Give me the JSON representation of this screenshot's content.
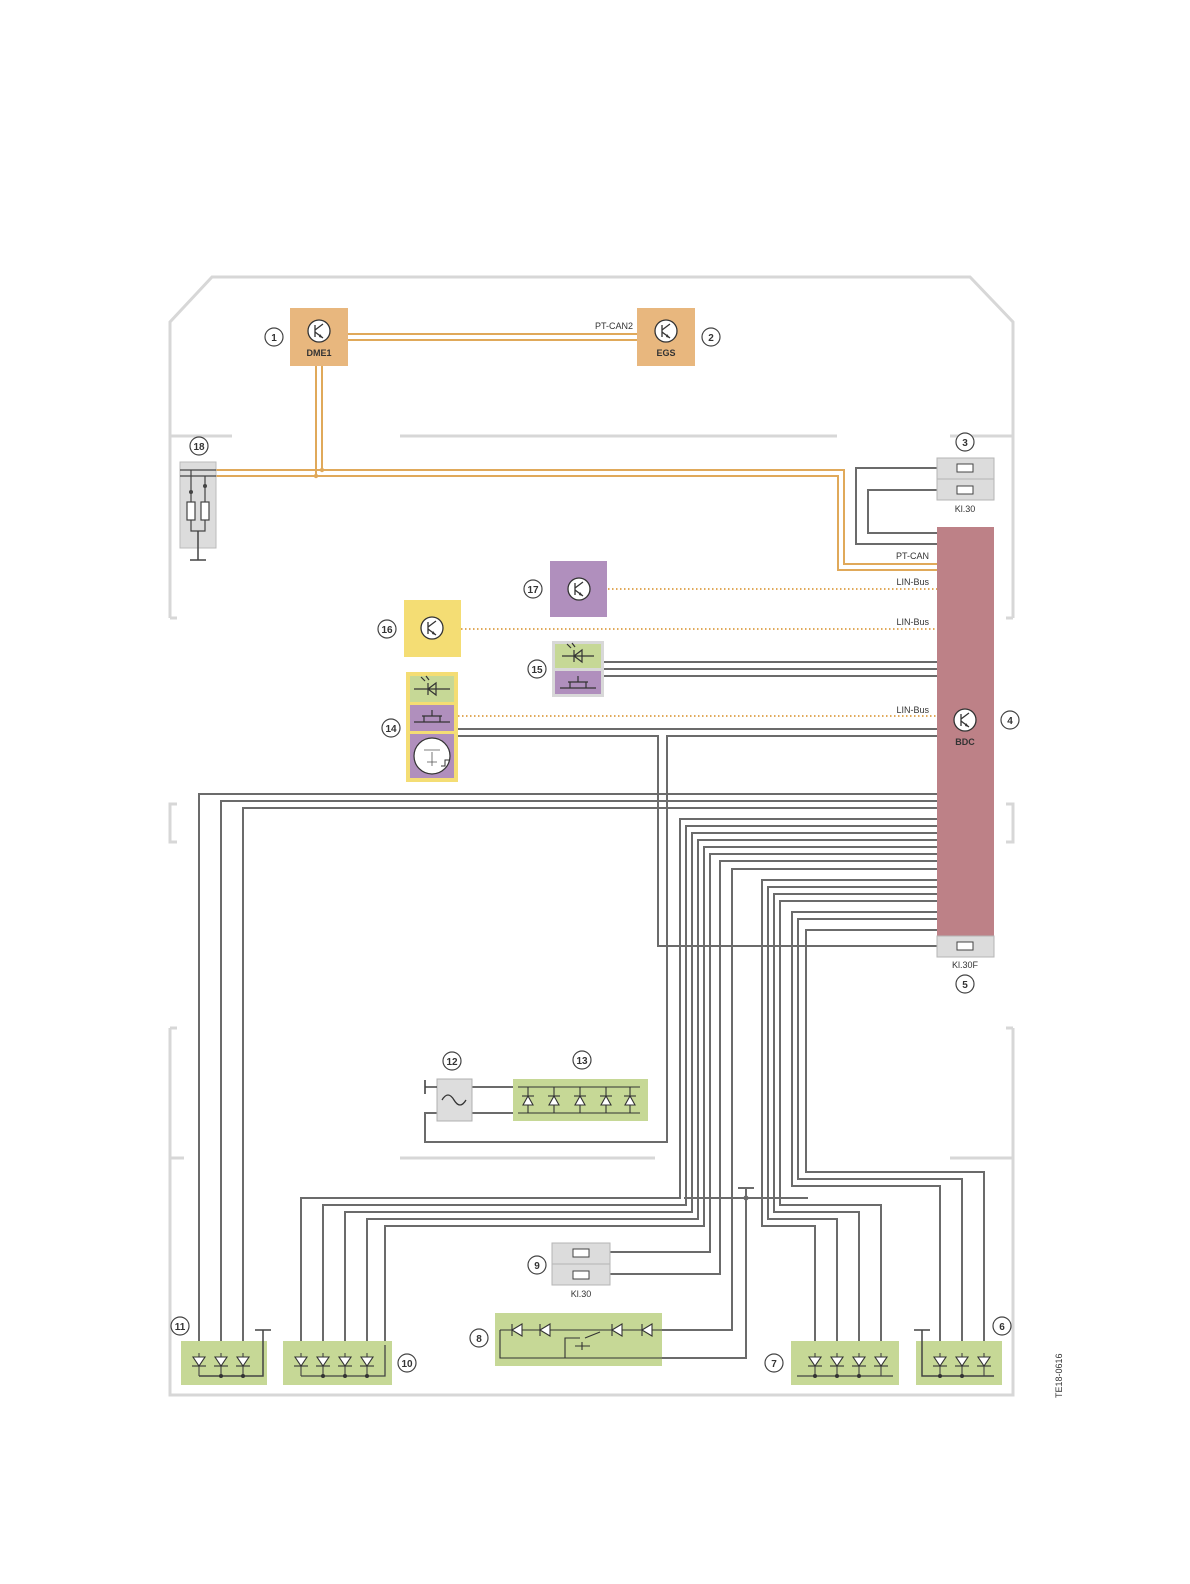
{
  "colors": {
    "orange": "#e8b77e",
    "bus_orange": "#e0a95a",
    "purple": "#b08fbd",
    "yellow": "#f4dd74",
    "green": "#c6d896",
    "bdc_red": "#bd8187",
    "wire": "#6b6b6b",
    "frame": "#d7d7d7",
    "fuse_grey": "#dcdcdc"
  },
  "components": {
    "dme": {
      "label": "DME1",
      "icon": "transistor-icon"
    },
    "egs": {
      "label": "EGS",
      "icon": "transistor-icon"
    },
    "bdc": {
      "label": "BDC",
      "icon": "transistor-icon"
    }
  },
  "buses": {
    "pt_can2": "PT-CAN2",
    "pt_can": "PT-CAN",
    "lin_1": "LIN-Bus",
    "lin_2": "LIN-Bus",
    "lin_3": "LIN-Bus"
  },
  "fuses": {
    "f3": "Kl.30",
    "f5": "Kl.30F",
    "f9": "Kl.30"
  },
  "callouts": [
    "1",
    "2",
    "3",
    "4",
    "5",
    "6",
    "7",
    "8",
    "9",
    "10",
    "11",
    "12",
    "13",
    "14",
    "15",
    "16",
    "17",
    "18"
  ],
  "figure_id": "TE18-0616"
}
